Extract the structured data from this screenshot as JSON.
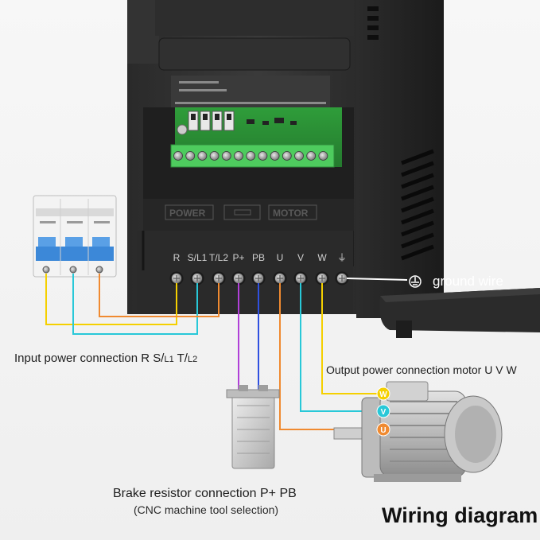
{
  "labels": {
    "input_power": "Input power connection R",
    "input_s": "S/",
    "input_l1": "L1",
    "input_t": "T/",
    "input_l2": "L2",
    "output_power": "Output power connection motor U V W",
    "brake_resistor": "Brake resistor connection P+ PB",
    "brake_note": "(CNC machine tool selection)",
    "ground_wire": "ground wire",
    "title": "Wiring diagram"
  },
  "terminal_labels": [
    "R",
    "S/L1",
    "T/L2",
    "P+",
    "PB",
    "U",
    "V",
    "W",
    "⏚"
  ],
  "panel_labels": {
    "power": "POWER",
    "motor": "MOTOR"
  },
  "motor_terminal_letters": [
    "W",
    "V",
    "U"
  ],
  "wire_colors": {
    "r": "#f5d000",
    "s": "#28c8d8",
    "t": "#f08a30",
    "p_plus": "#b040d8",
    "pb": "#3050e0",
    "u": "#f08a30",
    "v": "#28c8d8",
    "w": "#f5d000",
    "ground": "#ffffff"
  },
  "icons": [
    "ground-symbol-icon",
    "screw-terminal-icon",
    "circuit-breaker-icon",
    "motor-icon",
    "brake-resistor-icon"
  ]
}
